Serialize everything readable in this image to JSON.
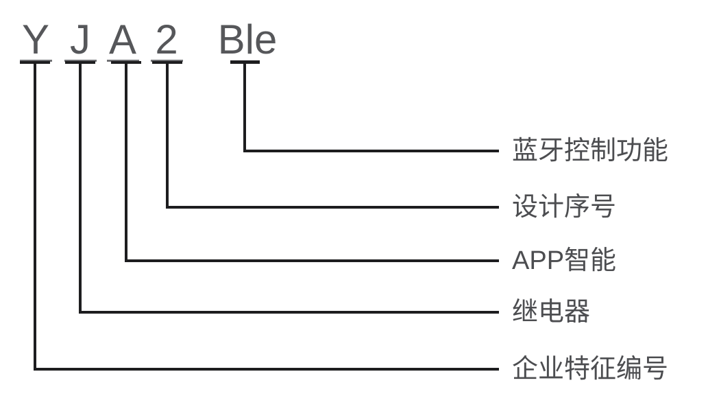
{
  "page": {
    "background": "#ffffff"
  },
  "diagram": {
    "model_code": "YJA2Ble",
    "colors": {
      "code_text": "#56575a",
      "label_text": "#4c4d50",
      "line": "#1d1d1f",
      "underline": "#707174"
    },
    "items": [
      {
        "code": "Y",
        "label": "企业特征编号"
      },
      {
        "code": "J",
        "label": "继电器"
      },
      {
        "code": "A",
        "label": "APP智能"
      },
      {
        "code": "2",
        "label": "设计序号"
      },
      {
        "code": "Ble",
        "label": "蓝牙控制功能"
      }
    ]
  }
}
